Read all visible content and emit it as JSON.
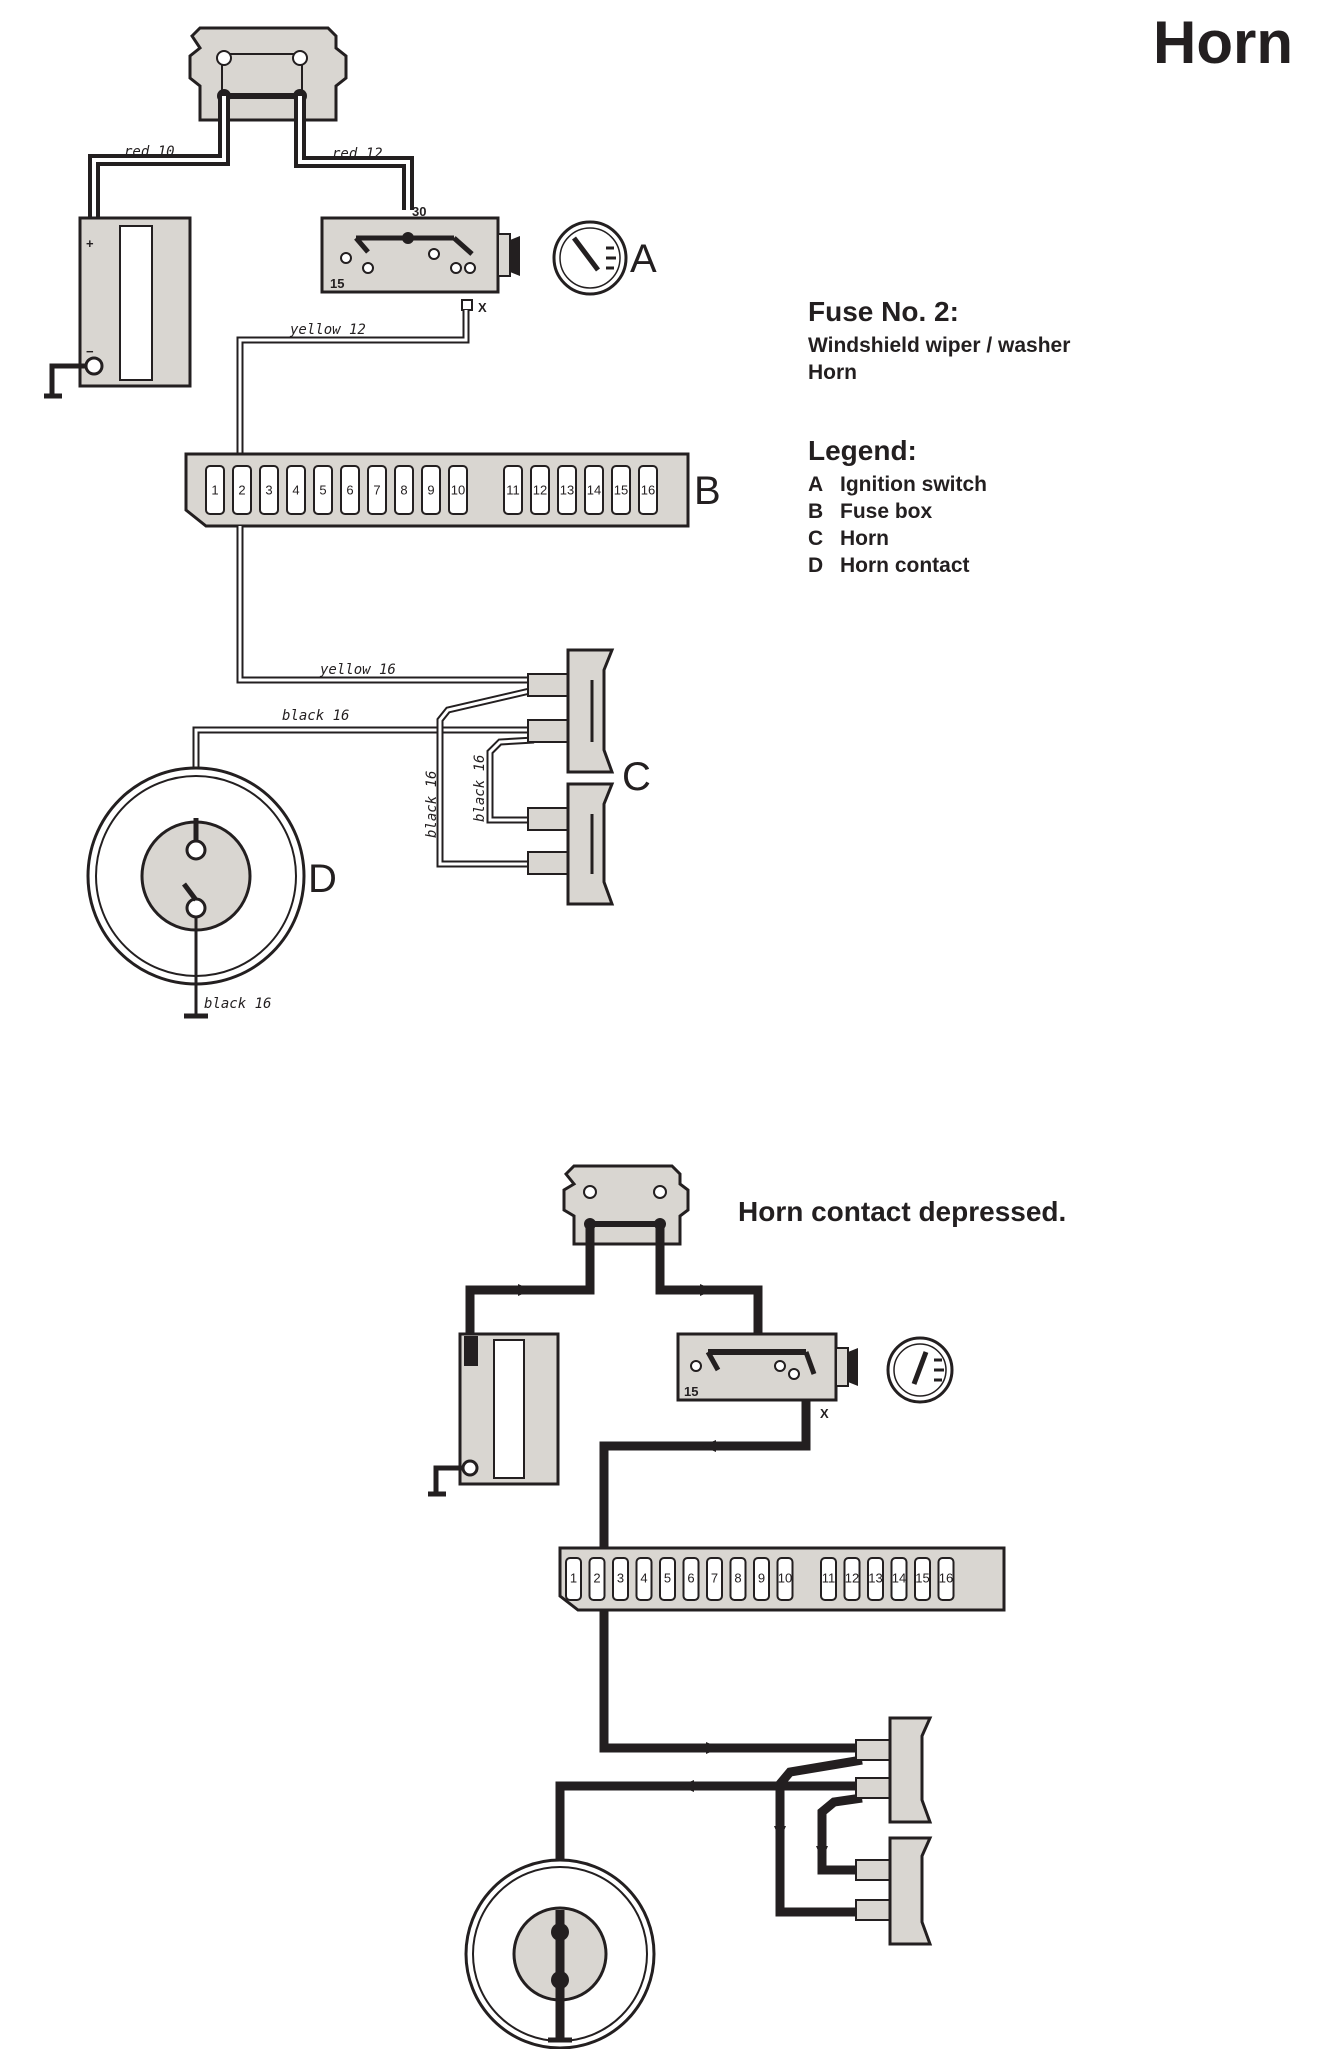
{
  "title": "Horn",
  "fuse_info": {
    "heading": "Fuse No. 2:",
    "lines": [
      "Windshield wiper / washer",
      "Horn"
    ]
  },
  "legend": {
    "heading": "Legend:",
    "items": [
      {
        "key": "A",
        "label": "Ignition switch"
      },
      {
        "key": "B",
        "label": "Fuse box"
      },
      {
        "key": "C",
        "label": "Horn"
      },
      {
        "key": "D",
        "label": "Horn contact"
      }
    ]
  },
  "component_labels": {
    "a": "A",
    "b": "B",
    "c": "C",
    "d": "D"
  },
  "wire_labels": {
    "red10": "red 10",
    "red12": "red 12",
    "yellow12": "yellow 12",
    "yellow16": "yellow 16",
    "black16_top": "black 16",
    "black16_v1": "black 16",
    "black16_v2": "black 16",
    "black16_ground": "black 16"
  },
  "switch_terminals": {
    "t30": "30",
    "t15": "15",
    "tx": "X"
  },
  "battery_marks": {
    "plus": "+",
    "minus": "−"
  },
  "fuse_numbers": [
    "1",
    "2",
    "3",
    "4",
    "5",
    "6",
    "7",
    "8",
    "9",
    "10",
    "11",
    "12",
    "13",
    "14",
    "15",
    "16"
  ],
  "caption_depressed": "Horn contact depressed.",
  "lower_terminals": {
    "t15": "15",
    "tx": "X"
  },
  "colors": {
    "ink": "#231f20",
    "fill": "#d9d6d1"
  }
}
